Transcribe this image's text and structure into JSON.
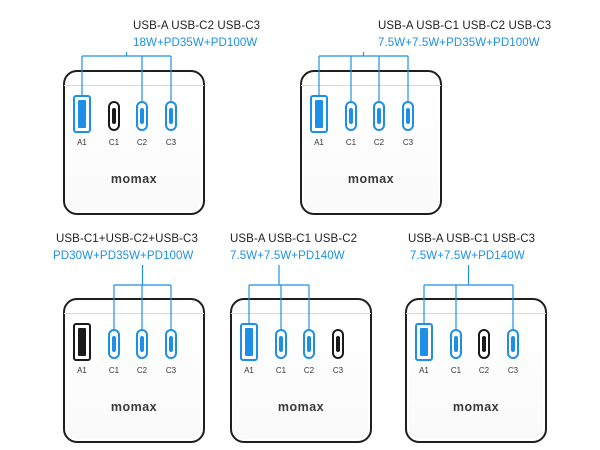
{
  "colors": {
    "accent": "#1e8fe6",
    "ink": "#1f1f1f"
  },
  "panels": [
    {
      "ports_text": "USB-A USB-C2 USB-C3",
      "watts_text": "18W+PD35W+PD100W",
      "ports": [
        {
          "label": "A1",
          "type": "usb-a",
          "active": true
        },
        {
          "label": "C1",
          "type": "usb-c",
          "active": false
        },
        {
          "label": "C2",
          "type": "usb-c",
          "active": true
        },
        {
          "label": "C3",
          "type": "usb-c",
          "active": true
        }
      ],
      "logo": "momax"
    },
    {
      "ports_text": "USB-A USB-C1 USB-C2 USB-C3",
      "watts_text": "7.5W+7.5W+PD35W+PD100W",
      "ports": [
        {
          "label": "A1",
          "type": "usb-a",
          "active": true
        },
        {
          "label": "C1",
          "type": "usb-c",
          "active": true
        },
        {
          "label": "C2",
          "type": "usb-c",
          "active": true
        },
        {
          "label": "C3",
          "type": "usb-c",
          "active": true
        }
      ],
      "logo": "momax"
    },
    {
      "ports_text": "USB-C1+USB-C2+USB-C3",
      "watts_text": "PD30W+PD35W+PD100W",
      "ports": [
        {
          "label": "A1",
          "type": "usb-a",
          "active": false
        },
        {
          "label": "C1",
          "type": "usb-c",
          "active": true
        },
        {
          "label": "C2",
          "type": "usb-c",
          "active": true
        },
        {
          "label": "C3",
          "type": "usb-c",
          "active": true
        }
      ],
      "logo": "momax"
    },
    {
      "ports_text": "USB-A USB-C1 USB-C2",
      "watts_text": "7.5W+7.5W+PD140W",
      "ports": [
        {
          "label": "A1",
          "type": "usb-a",
          "active": true
        },
        {
          "label": "C1",
          "type": "usb-c",
          "active": true
        },
        {
          "label": "C2",
          "type": "usb-c",
          "active": true
        },
        {
          "label": "C3",
          "type": "usb-c",
          "active": false
        }
      ],
      "logo": "momax"
    },
    {
      "ports_text": "USB-A USB-C1 USB-C3",
      "watts_text": "7.5W+7.5W+PD140W",
      "ports": [
        {
          "label": "A1",
          "type": "usb-a",
          "active": true
        },
        {
          "label": "C1",
          "type": "usb-c",
          "active": true
        },
        {
          "label": "C2",
          "type": "usb-c",
          "active": false
        },
        {
          "label": "C3",
          "type": "usb-c",
          "active": true
        }
      ],
      "logo": "momax"
    }
  ]
}
